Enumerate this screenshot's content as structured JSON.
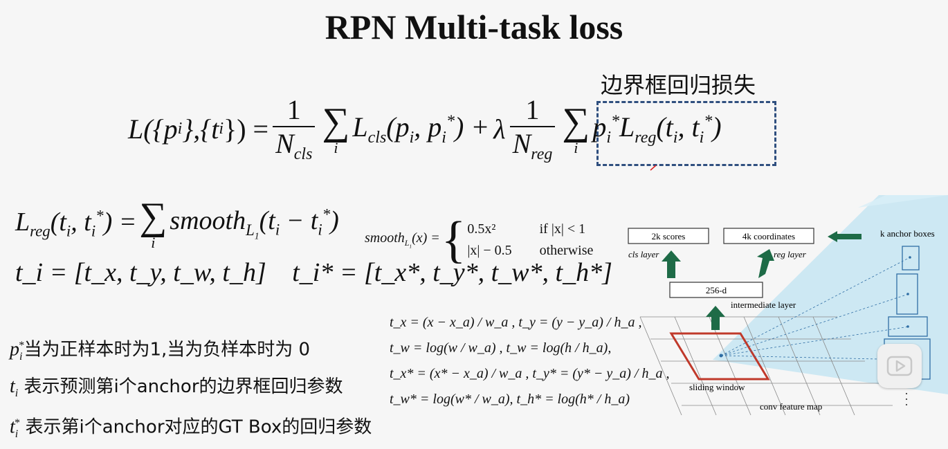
{
  "slide": {
    "title": "RPN Multi-task loss",
    "box_label": "边界框回归损失"
  },
  "equations": {
    "loss_lhs": "L({p",
    "loss_mid": "},{t",
    "loss_end": "}) =",
    "one": "1",
    "n": "N",
    "cls": "cls",
    "reg": "reg",
    "sum_index": "i",
    "lcls": "L",
    "lreg_term": "L",
    "lambda": "λ",
    "smooth_word": "smooth",
    "l1": "L",
    "case1_expr": "0.5x²",
    "case1_cond": "if |x| < 1",
    "case2_expr": "|x| − 0.5",
    "case2_cond": "otherwise",
    "t_def": "t_i = [t_x, t_y, t_w, t_h]",
    "tstar_def": "t_i* = [t_x*, t_y*, t_w*, t_h*]"
  },
  "param_equations": [
    "t_x = (x − x_a) / w_a ,   t_y = (y − y_a) / h_a ,",
    "t_w = log(w / w_a) ,   t_w = log(h / h_a),",
    "t_x* = (x* − x_a) / w_a , t_y* = (y* − y_a) / h_a ,",
    "t_w* = log(w* / w_a),  t_h* = log(h* / h_a)"
  ],
  "notes": [
    {
      "sym": "p",
      "text": "当为正样本时为1,当为负样本时为 0"
    },
    {
      "sym": "t",
      "text": " 表示预测第i个anchor的边界框回归参数"
    },
    {
      "sym": "t",
      "text": " 表示第i个anchor对应的GT Box的回归参数"
    }
  ],
  "diagram": {
    "scores": "2k scores",
    "coords": "4k coordinates",
    "cls_layer": "cls layer",
    "reg_layer": "reg layer",
    "d256": "256-d",
    "intermediate": "intermediate layer",
    "sliding": "sliding window",
    "conv": "conv feature map",
    "anchor": "k anchor boxes"
  },
  "colors": {
    "dash_box": "#2f4f7f",
    "arrow_green": "#1e6b47",
    "sliding_window": "#c0392b",
    "anchor_box": "#2e6da4",
    "cone": "#bfe3f2"
  }
}
